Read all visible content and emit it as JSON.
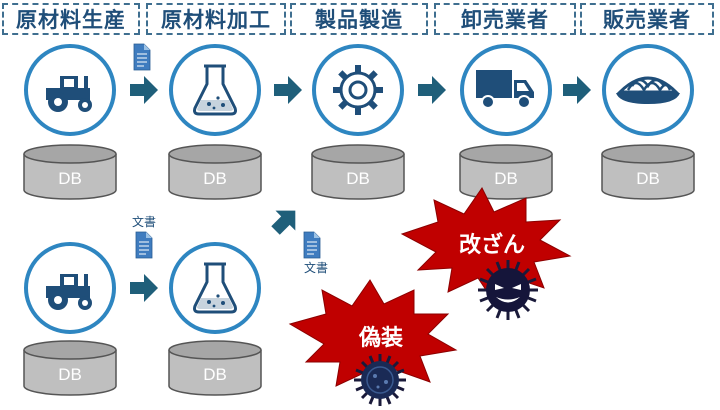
{
  "stages": [
    {
      "label": "原材料生産",
      "icon": "tractor-icon"
    },
    {
      "label": "原材料加工",
      "icon": "flask-icon"
    },
    {
      "label": "製品製造",
      "icon": "gear-icon"
    },
    {
      "label": "卸売業者",
      "icon": "truck-icon"
    },
    {
      "label": "販売業者",
      "icon": "noodle-plate-icon"
    }
  ],
  "database_label": "DB",
  "document_label": "文書",
  "threats": {
    "tampering": "改ざん",
    "forgery": "偽装"
  },
  "colors": {
    "accent": "#1f4e79",
    "ring": "#2e86c1",
    "arrow": "#1f5f7a",
    "database": "#bfbfbf",
    "burst": "#c00000"
  }
}
